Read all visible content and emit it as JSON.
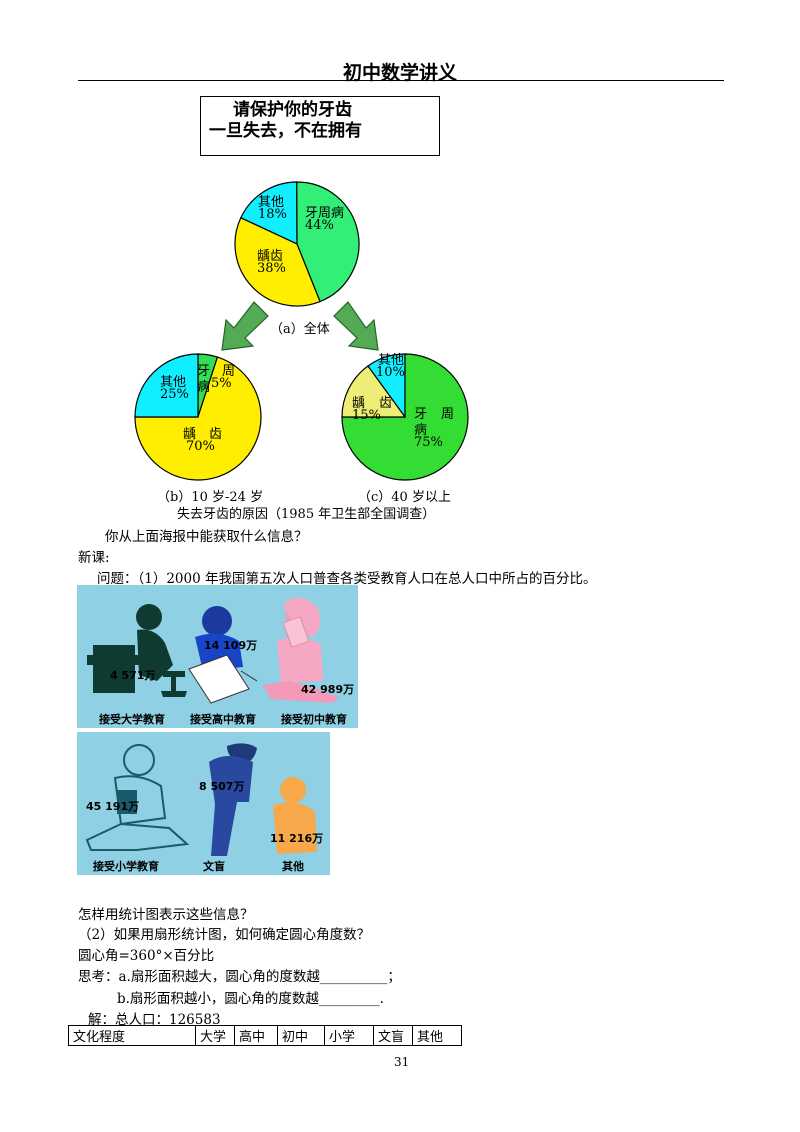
{
  "header": {
    "title": "初中数学讲义"
  },
  "poster": {
    "line1": "请保护你的牙齿",
    "line2": "一旦失去，不在拥有"
  },
  "chart_data": [
    {
      "type": "pie",
      "caption": "（a）全体",
      "slices": [
        {
          "label": "牙周病",
          "value": 44,
          "text": "44%",
          "color": "#33ee77"
        },
        {
          "label": "龋齿",
          "value": 38,
          "text": "38%",
          "color": "#ffee00"
        },
        {
          "label": "其他",
          "value": 18,
          "text": "18%",
          "color": "#11eeff"
        }
      ]
    },
    {
      "type": "pie",
      "caption": "（b）10 岁-24 岁",
      "slices": [
        {
          "label": "牙周病",
          "value": 5,
          "text": "5%",
          "color": "#33dd55"
        },
        {
          "label": "龋齿",
          "value": 70,
          "text": "70%",
          "color": "#ffee00"
        },
        {
          "label": "其他",
          "value": 25,
          "text": "25%",
          "color": "#11eeff"
        }
      ]
    },
    {
      "type": "pie",
      "caption": "（c）40 岁以上",
      "slices": [
        {
          "label": "牙周病",
          "value": 75,
          "text": "75%",
          "color": "#33dd33"
        },
        {
          "label": "龋齿",
          "value": 15,
          "text": "15%",
          "color": "#eeee77"
        },
        {
          "label": "其他",
          "value": 10,
          "text": "10%",
          "color": "#11eeff"
        }
      ]
    }
  ],
  "labels": {
    "a_qita": "其他",
    "a_qita_pct": "18%",
    "a_yzb": "牙周病",
    "a_yzb_pct": "44%",
    "a_qc": "龋齿",
    "a_qc_pct": "38%",
    "b_qita": "其他",
    "b_qita_pct": "25%",
    "b_ya": "牙",
    "b_zhou": "周",
    "b_bing": "病",
    "b_pct": "5%",
    "b_qc": "龋　齿",
    "b_qc_pct": "70%",
    "c_qita": "其他",
    "c_qita_pct": "10%",
    "c_qu": "龋",
    "c_chi": "齿",
    "c_qc_pct": "15%",
    "c_ya": "牙",
    "c_zhou": "周",
    "c_bing": "病",
    "c_pct": "75%"
  },
  "figure_caption": "失去牙齿的原因（1985 年卫生部全国调查）",
  "text": {
    "q_info": "你从上面海报中能获取什么信息？",
    "new_lesson": "新课:",
    "problem1": "问题：（1）2000 年我国第五次人口普查各类受教育人口在总人口中所占的百分比。",
    "how_chart": "怎样用统计图表示这些信息？",
    "problem2": "（2）如果用扇形统计图，如何确定圆心角度数？",
    "formula": "圆心角=360°×百分比",
    "think_a": "思考：a.扇形面积越大，圆心角的度数越__________；",
    "think_b": "b.扇形面积越小，圆心角的度数越_________.",
    "solution": "解：总人口：126583",
    "page_number": "31"
  },
  "census": {
    "university": {
      "value": "4 571万",
      "label": "接受大学教育"
    },
    "high": {
      "value": "14 109万",
      "label": "接受高中教育"
    },
    "middle": {
      "value": "42 989万",
      "label": "接受初中教育"
    },
    "primary": {
      "value": "45 191万",
      "label": "接受小学教育"
    },
    "illiterate": {
      "value": "8 507万",
      "label": "文盲"
    },
    "other": {
      "value": "11 216万",
      "label": "其他"
    }
  },
  "table": {
    "header": [
      "文化程度",
      "大学",
      "高中",
      "初中",
      "小学",
      "文盲",
      "其他"
    ]
  }
}
